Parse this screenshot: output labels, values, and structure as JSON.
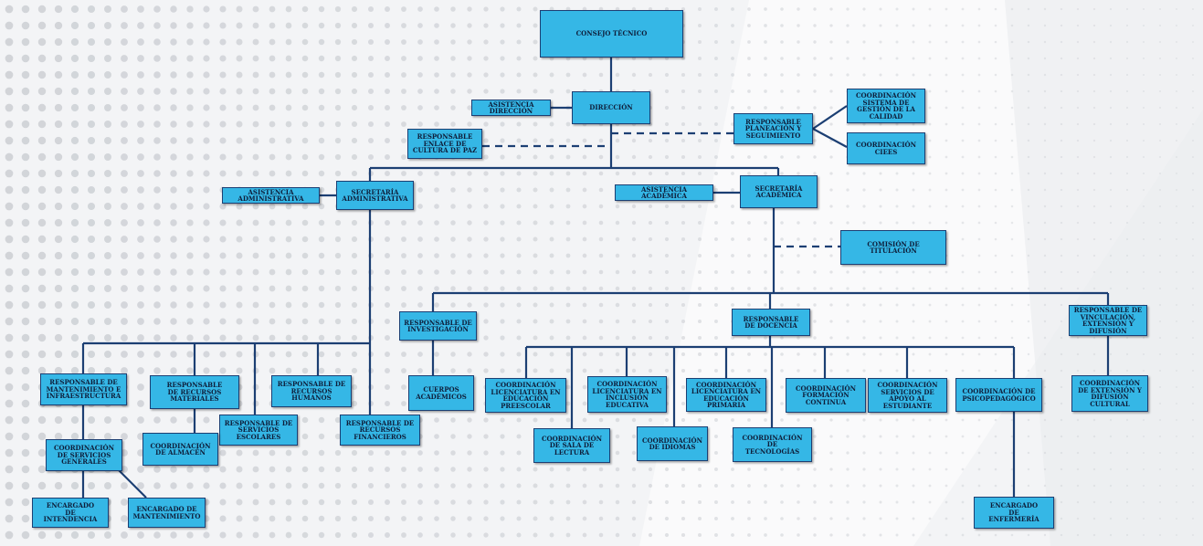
{
  "colors": {
    "box_fill": "#35b7e6",
    "box_border": "#1c3f73",
    "connector": "#1c3f73",
    "background": "#f3f4f6"
  },
  "nodes": {
    "consejo_tecnico": "CONSEJO TÉCNICO",
    "direccion": "DIRECCIÓN",
    "asistencia_direccion": "ASISTENCIA DIRECCIÓN",
    "responsable_enlace": "RESPONSABLE ENLACE DE CULTURA DE PAZ",
    "responsable_planeacion": "RESPONSABLE PLANEACIÓN Y SEGUIMIENTO",
    "coord_sistema_gestion": "COORDINACIÓN SISTEMA DE GESTIÓN DE LA CALIDAD",
    "coord_ciees": "COORDINACIÓN CIEES",
    "secretaria_administrativa": "SECRETARÍA ADMINISTRATIVA",
    "asistencia_administrativa": "ASISTENCIA ADMINISTRATIVA",
    "secretaria_academica": "SECRETARÍA ACADÉMICA",
    "asistencia_academica": "ASISTENCIA ACADÉMICA",
    "comision_titulacion": "COMISIÓN DE TITULACIÓN",
    "responsable_mantenimiento": "RESPONSABLE DE MANTENIMIENTO E INFRAESTRUCTURA",
    "responsable_recursos_materiales": "RESPONSABLE DE RECURSOS MATERIALES",
    "responsable_servicios_escolares": "RESPONSABLE DE SERVICIOS ESCOLARES",
    "responsable_recursos_humanos": "RESPONSABLE DE RECURSOS HUMANOS",
    "responsable_recursos_financieros": "RESPONSABLE DE RECURSOS FINANCIEROS",
    "coord_servicios_generales": "COORDINACIÓN DE SERVICIOS GENERALES",
    "coord_almacen": "COORDINACIÓN DE ALMACÉN",
    "encargado_intendencia": "ENCARGADO DE INTENDENCIA",
    "encargado_mantenimiento": "ENCARGADO DE MANTENIMIENTO",
    "responsable_investigacion": "RESPONSABLE DE INVESTIGACIÓN",
    "cuerpos_academicos": "CUERPOS ACADÉMICOS",
    "responsable_docencia": "RESPONSABLE DE DOCENCIA",
    "responsable_vinculacion": "RESPONSABLE DE VINCULACIÓN, EXTENSIÓN Y DIFUSIÓN",
    "coord_extension": "COORDINACIÓN DE EXTENSIÓN y DIFUSIÓN CULTURAL",
    "coord_lic_preescolar": "COORDINACIÓN LICENCIATURA EN EDUCACIÓN PREESCOLAR",
    "coord_sala_lectura": "COORDINACIÓN DE SALA DE LECTURA",
    "coord_lic_inclusion": "COORDINACIÓN LICENCIATURA EN INCLUSIÓN EDUCATIVA",
    "coord_idiomas": "COORDINACIÓN DE IDIOMAS",
    "coord_lic_primaria": "COORDINACIÓN LICENCIATURA EN EDUCACIÓN PRIMARIA",
    "coord_tecnologias": "COORDINACIÓN DE TECNOLOGÍAS",
    "coord_formacion_continua": "COORDINACIÓN FORMACIÓN CONTINUA",
    "coord_apoyo_estudiante": "COORDINACIÓN SERVICIOS DE APOYO AL ESTUDIANTE",
    "coord_psicopedagogico": "COORDINACIÓN DE PSICOPEDAGÓGICO",
    "encargado_enfermeria": "ENCARGADO DE ENFERMERÍA"
  }
}
